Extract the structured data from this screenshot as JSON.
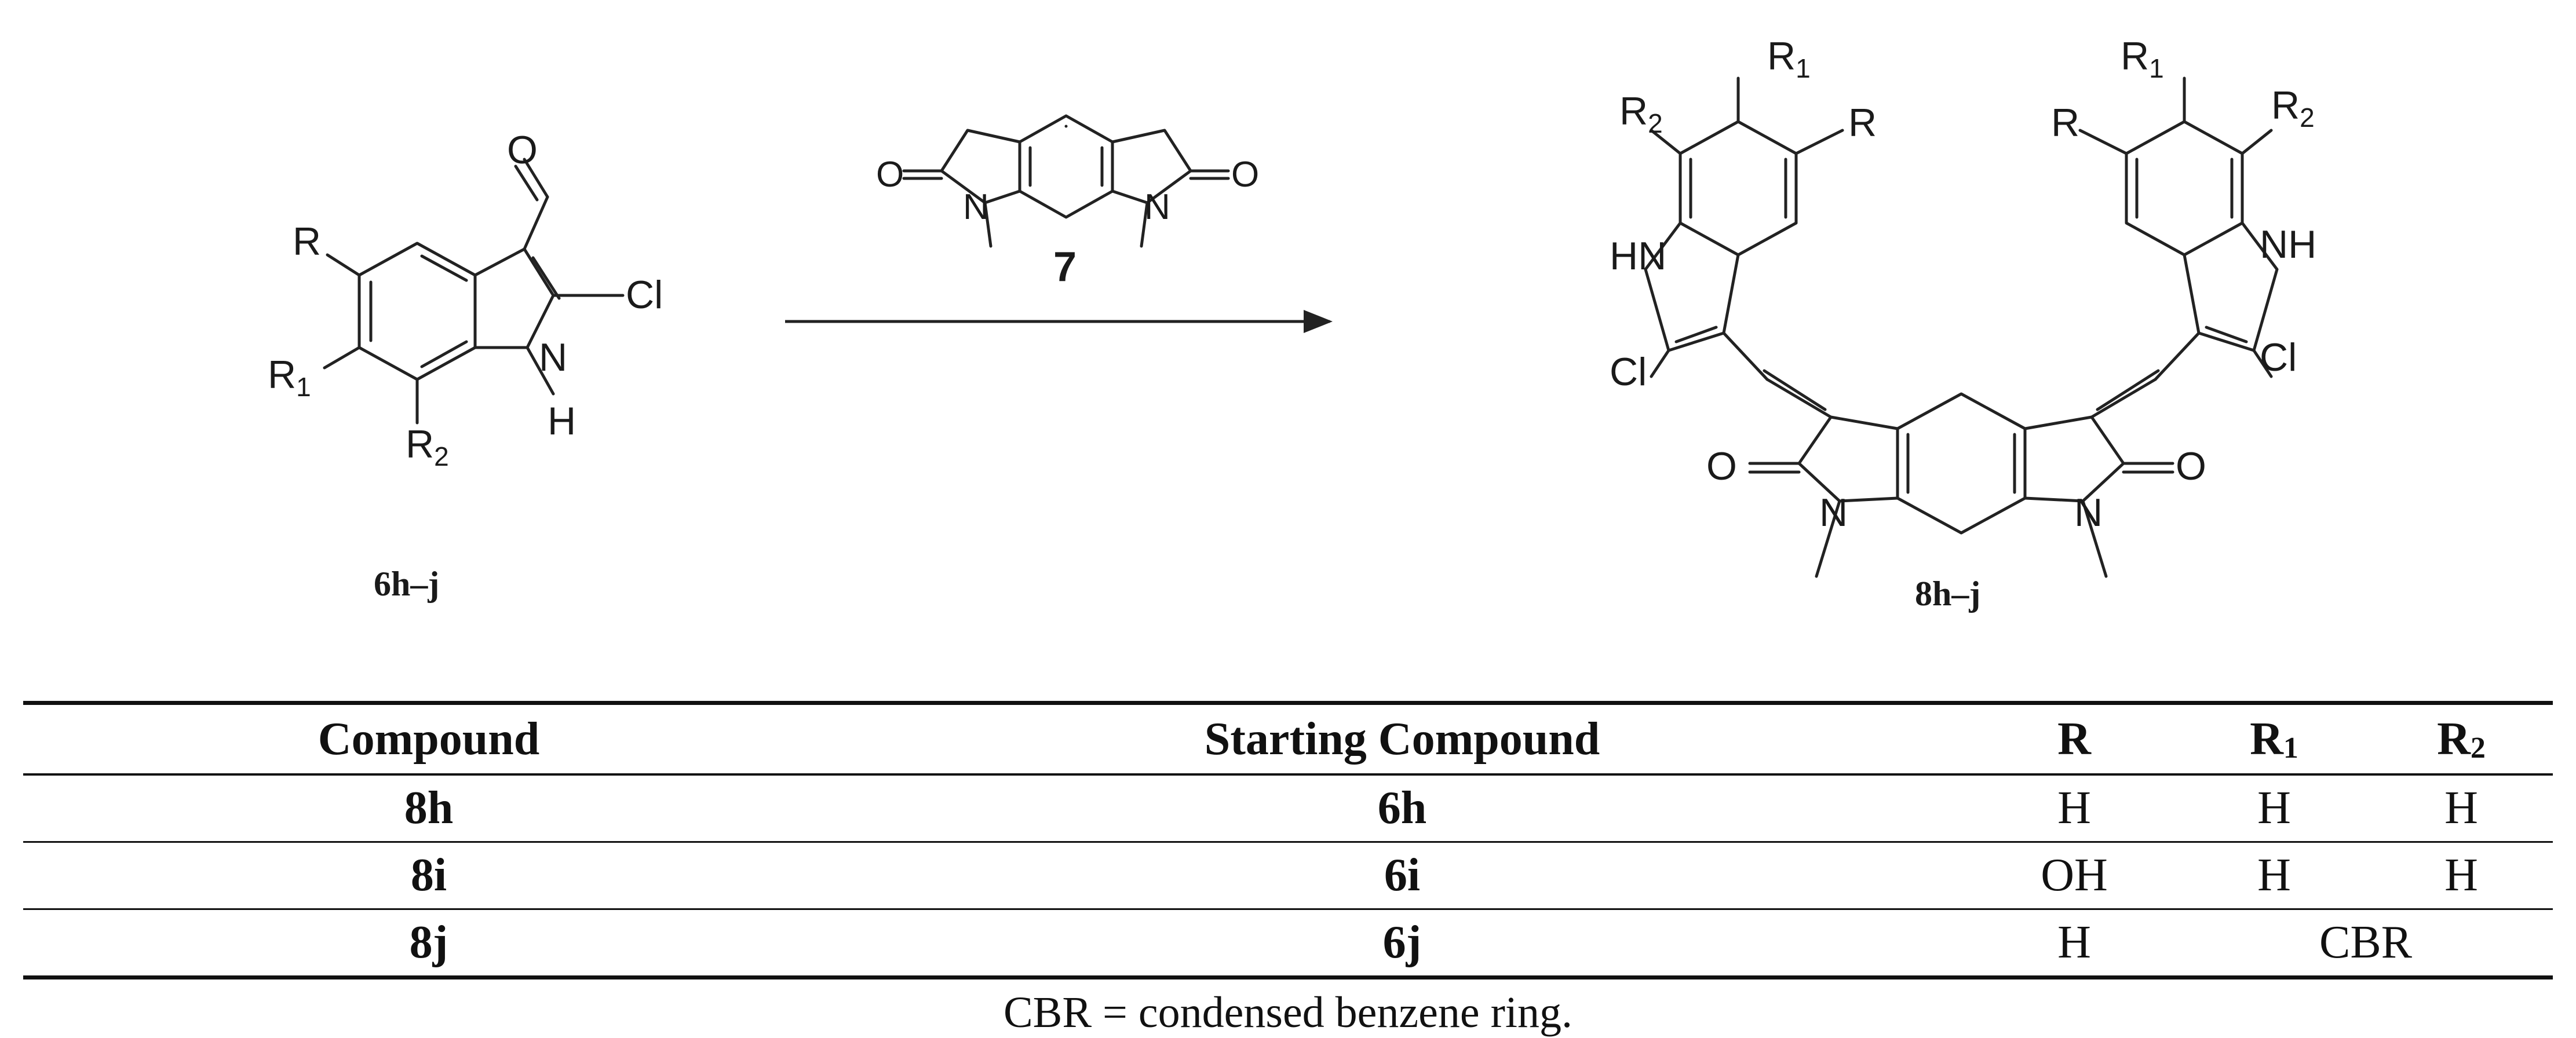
{
  "scheme": {
    "reactant": {
      "label": "6h–j",
      "atoms": {
        "O": "O",
        "Cl": "Cl",
        "N": "N",
        "H": "H",
        "R": "R",
        "R1_base": "R",
        "R1_sub": "1",
        "R2_base": "R",
        "R2_sub": "2"
      }
    },
    "reagent": {
      "label": "7",
      "atoms": {
        "O_left": "O",
        "O_right": "O",
        "N_left": "N",
        "N_right": "N"
      }
    },
    "product": {
      "label": "8h–j",
      "atoms": {
        "HN": "HN",
        "NH": "NH",
        "Cl_left": "Cl",
        "Cl_right": "Cl",
        "O_left": "O",
        "O_right": "O",
        "N_left": "N",
        "N_right": "N",
        "R_left": "R",
        "R_right": "R",
        "R1_base": "R",
        "R1_sub": "1",
        "R2_base": "R",
        "R2_sub": "2"
      }
    }
  },
  "table": {
    "headers": {
      "compound": "Compound",
      "starting": "Starting Compound",
      "r": "R",
      "r1_base": "R",
      "r1_sub": "1",
      "r2_base": "R",
      "r2_sub": "2"
    },
    "rows": [
      {
        "compound": "8h",
        "starting": "6h",
        "r": "H",
        "r1": "H",
        "r2": "H"
      },
      {
        "compound": "8i",
        "starting": "6i",
        "r": "OH",
        "r1": "H",
        "r2": "H"
      },
      {
        "compound": "8j",
        "starting": "6j",
        "r": "H",
        "r1r2": "CBR"
      }
    ],
    "footnote": "CBR = condensed benzene ring."
  }
}
